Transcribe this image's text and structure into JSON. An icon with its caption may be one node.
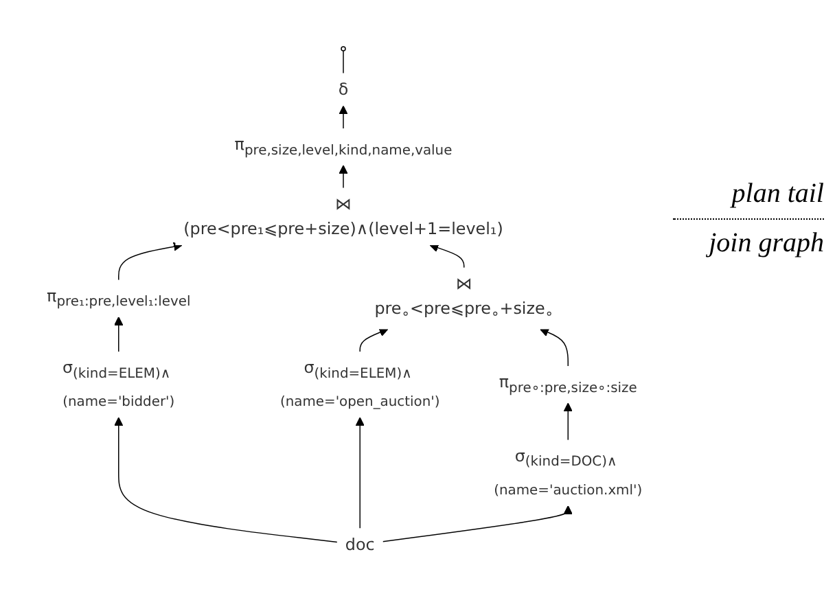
{
  "diagram": {
    "nodes": [
      {
        "text": [],
        "shape": "circle"
      },
      {
        "text": [
          "δ"
        ]
      },
      {
        "text": [
          "π$_{pre,size,level,kind,name,value}$"
        ]
      },
      {
        "text": [
          "⋈",
          "(pre<pre₁⩽pre+size)∧(level+1=level₁)"
        ]
      },
      {
        "text": [
          "π$_{pre₁:pre,level₁:level}$"
        ]
      },
      {
        "text": [
          "⋈",
          "pre$_{∘}$<pre⩽pre$_{∘}$+size$_{∘}$"
        ]
      },
      {
        "text": [
          "σ$_{(kind=ELEM)∧ (name='open_auction')}$"
        ]
      },
      {
        "text": [
          "π$_{pre∘:pre,size∘:size}$"
        ]
      },
      {
        "text": [
          "σ$_{(kind=ELEM)∧ (name='bidder')}$"
        ]
      },
      {
        "text": [
          "σ$_{(kind=DOC)∧ (name='auction.xml')}$"
        ]
      },
      {
        "text": [
          "doc"
        ]
      }
    ],
    "edges": [
      {
        "from": 1,
        "to": 0,
        "arrow": "none"
      },
      {
        "from": 2,
        "to": 1,
        "arrow": "to"
      },
      {
        "from": 3,
        "to": 2,
        "arrow": "to"
      },
      {
        "from": 4,
        "to": 3,
        "arrow": "to"
      },
      {
        "from": 5,
        "to": 3,
        "arrow": "to"
      },
      {
        "from": 8,
        "to": 4,
        "arrow": "to"
      },
      {
        "from": 6,
        "to": 5,
        "arrow": "to"
      },
      {
        "from": 7,
        "to": 5,
        "arrow": "to"
      },
      {
        "from": 9,
        "to": 7,
        "arrow": "to"
      },
      {
        "from": 10,
        "to": 8,
        "arrow": "to"
      },
      {
        "from": 10,
        "to": 6,
        "arrow": "to"
      },
      {
        "from": 10,
        "to": 9,
        "arrow": "to"
      }
    ],
    "labels": [
      "plan tail",
      "join graph"
    ]
  }
}
